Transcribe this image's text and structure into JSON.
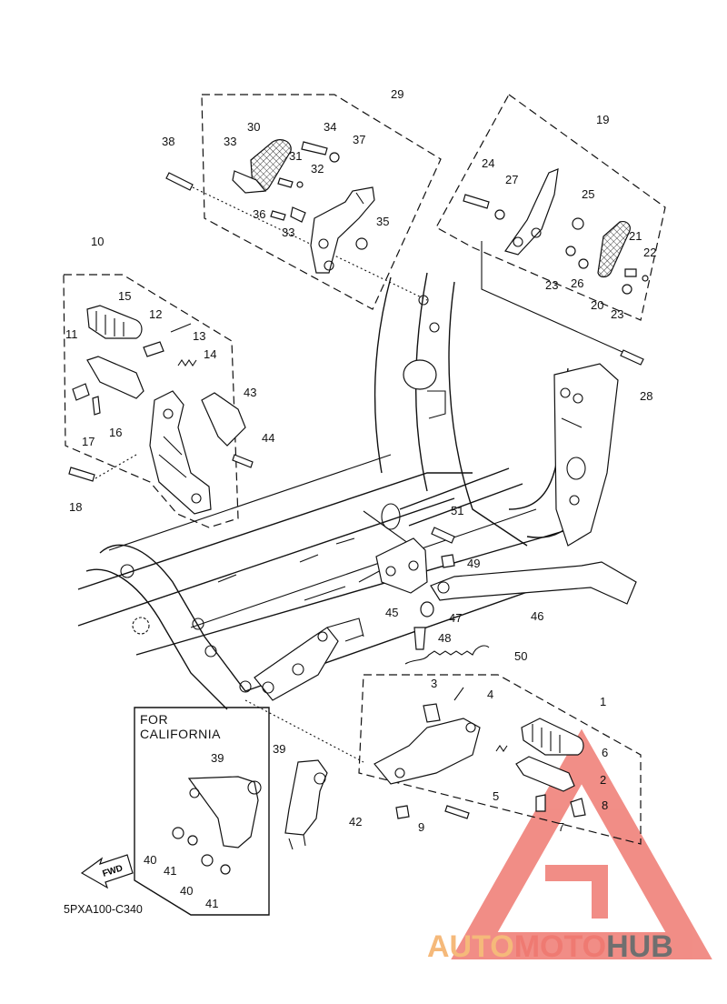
{
  "callouts": [
    "1",
    "2",
    "3",
    "4",
    "5",
    "6",
    "7",
    "8",
    "9",
    "10",
    "11",
    "12",
    "13",
    "14",
    "15",
    "16",
    "17",
    "18",
    "19",
    "20",
    "21",
    "22",
    "23",
    "23",
    "24",
    "25",
    "26",
    "27",
    "28",
    "29",
    "30",
    "31",
    "32",
    "33",
    "33",
    "34",
    "35",
    "36",
    "37",
    "38",
    "39",
    "39",
    "40",
    "40",
    "41",
    "41",
    "42",
    "43",
    "44",
    "45",
    "46",
    "47",
    "48",
    "49",
    "50",
    "51"
  ],
  "california_box": {
    "line1": "FOR",
    "line2": "CALIFORNIA"
  },
  "fwd_label": "FWD",
  "diagram_code": "5PXA100-C340",
  "watermark": {
    "part1": "AUTO",
    "part2": "MOTO",
    "part3": "HUB"
  },
  "colors": {
    "watermark_orange": "#f5b97a",
    "watermark_red": "#ef7a72",
    "watermark_gray": "#6f6f6f",
    "line": "#111111"
  }
}
